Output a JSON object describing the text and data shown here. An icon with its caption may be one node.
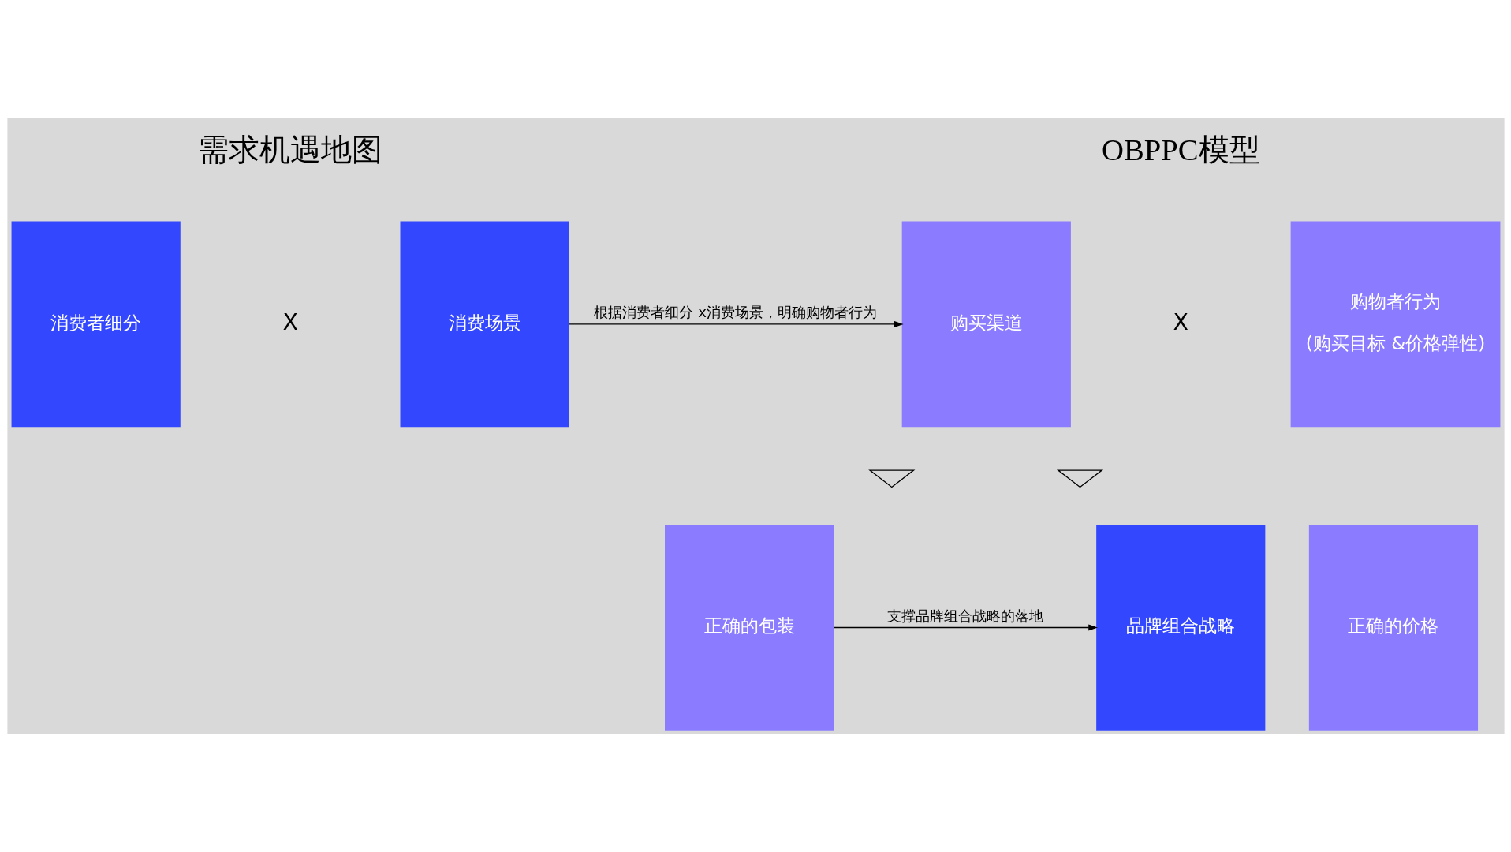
{
  "diagram": {
    "nodes": [
      {
        "text": [
          "消费者细分"
        ]
      },
      {
        "text": [
          "消费场景"
        ]
      },
      {
        "text": [
          "购买渠道"
        ]
      },
      {
        "text": [
          "购物者行为",
          "(购买目标 &价格弹性)"
        ]
      },
      {
        "text": [],
        "shape": "triangle"
      },
      {
        "text": [],
        "shape": "triangle"
      },
      {
        "text": [
          "品牌组合战略"
        ]
      },
      {
        "text": [
          "正确的包装"
        ]
      },
      {
        "text": [
          "正确的价格"
        ]
      }
    ],
    "edges": [
      {
        "from": 1,
        "to": 2,
        "arrow": "to",
        "label": "根据消费者细分 x消费场景，明确购物者行为"
      },
      {
        "from": 7,
        "to": 6,
        "arrow": "to",
        "label": "支撑品牌组合战略的落地"
      }
    ],
    "labels": [
      "需求机遇地图",
      "OBPPC模型",
      "X",
      "X"
    ]
  }
}
